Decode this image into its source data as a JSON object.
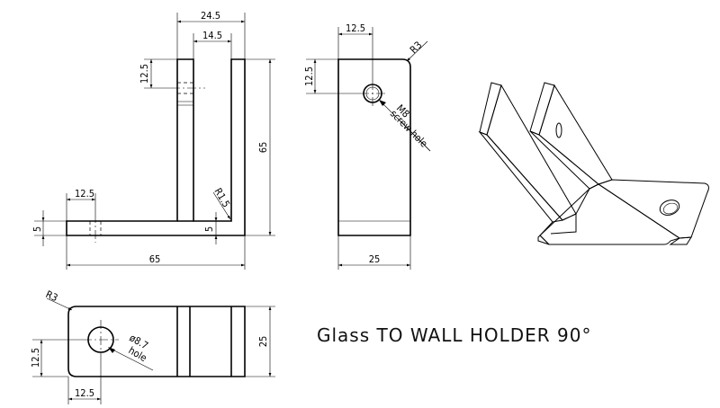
{
  "title": "Glass TO WALL HOLDER 90°",
  "side_view": {
    "dims": {
      "d24_5": "24.5",
      "d14_5": "14.5",
      "d12_5_left": "12.5",
      "d65_height": "65",
      "d12_5_base": "12.5",
      "d5_left": "5",
      "d5_right": "5",
      "r1_5": "R1.5",
      "d65_length": "65"
    }
  },
  "front_view": {
    "dims": {
      "d12_5_top": "12.5",
      "d12_5_left": "12.5",
      "r3": "R3",
      "m8": "M8",
      "screw_hole": "screw hole",
      "d25": "25"
    }
  },
  "bottom_view": {
    "dims": {
      "r3": "R3",
      "d12_5_left": "12.5",
      "d12_5_bottom": "12.5",
      "d8_7": "ø8.7",
      "hole": "hole",
      "d25": "25"
    }
  }
}
